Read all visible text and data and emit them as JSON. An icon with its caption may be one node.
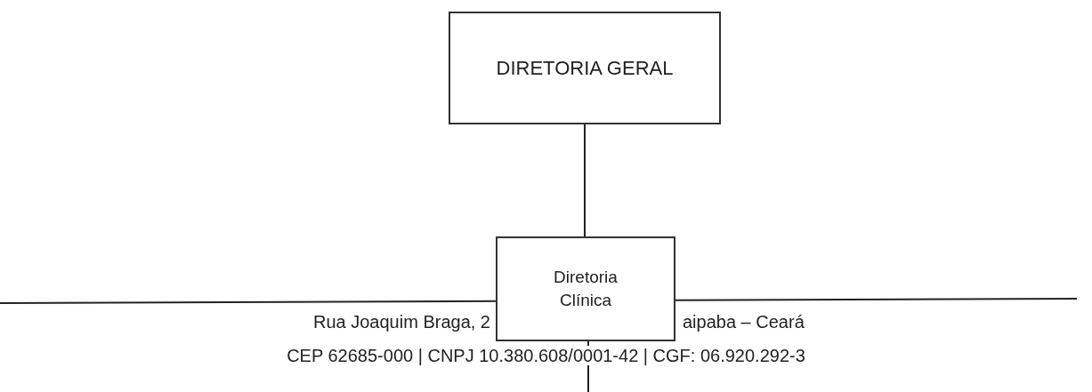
{
  "diagram": {
    "nodes": [
      {
        "text": [
          "DIRETORIA GERAL"
        ]
      },
      {
        "text": [
          "Diretoria Clínica"
        ]
      }
    ],
    "edges": [
      {
        "from": 0,
        "to": 1,
        "arrow": "none"
      },
      {
        "from": 1,
        "to": null,
        "arrow": "none"
      }
    ],
    "labels": [
      "Rua Joaquim Braga, 2",
      "aipaba – Ceará",
      "CEP 62685-000 | CNPJ 10.380.608/0001-42 | CGF: 06.920.292-3"
    ]
  }
}
